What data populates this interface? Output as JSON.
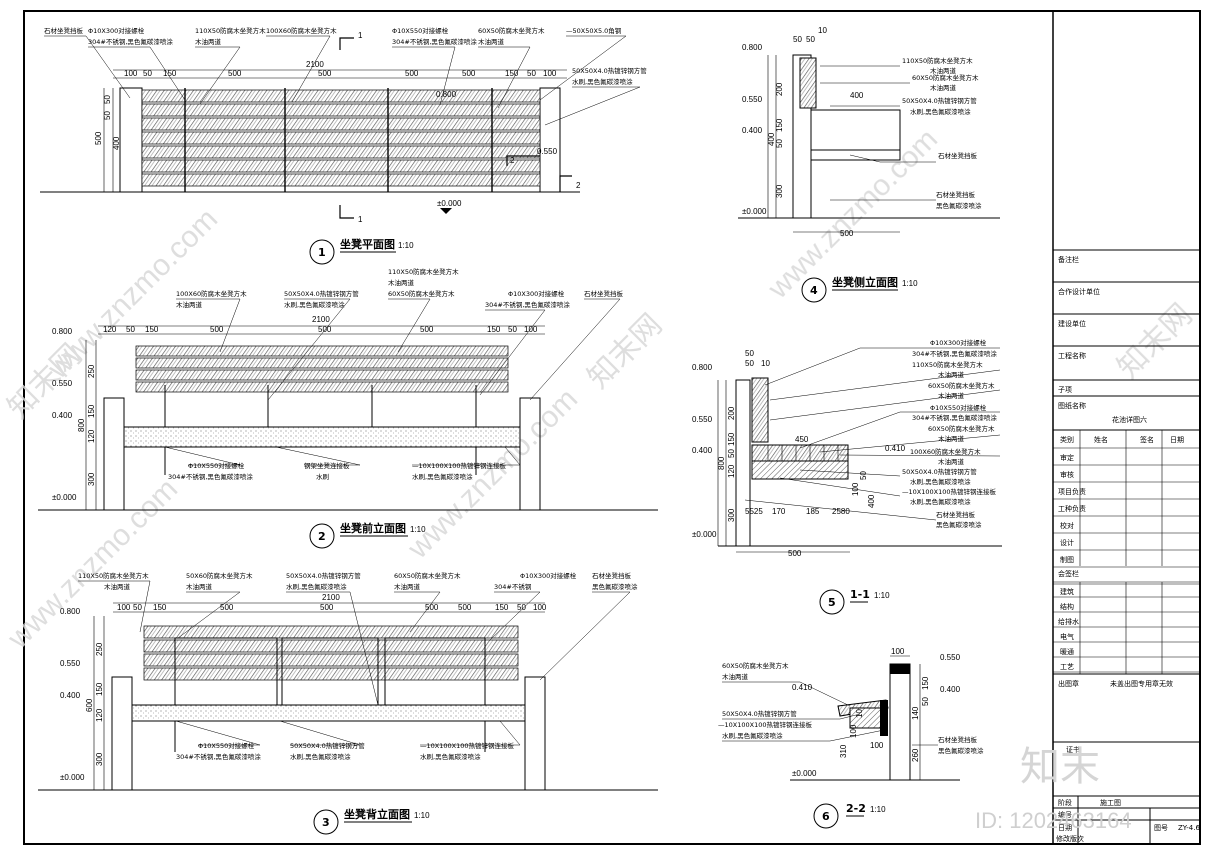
{
  "views": {
    "v1": {
      "num": "1",
      "title": "坐凳平面图",
      "scale": "1:10"
    },
    "v2": {
      "num": "2",
      "title": "坐凳前立面图",
      "scale": "1:10"
    },
    "v3": {
      "num": "3",
      "title": "坐凳背立面图",
      "scale": "1:10"
    },
    "v4": {
      "num": "4",
      "title": "坐凳侧立面图",
      "scale": "1:10"
    },
    "v5": {
      "num": "5",
      "title": "1-1",
      "scale": "1:10"
    },
    "v6": {
      "num": "6",
      "title": "2-2",
      "scale": "1:10"
    }
  },
  "plan": {
    "overall": "2100",
    "top_dims": [
      "100",
      "50",
      "150",
      "500",
      "500",
      "500",
      "500",
      "150",
      "50",
      "100"
    ],
    "side_dims": [
      "50",
      "50",
      "500",
      "400"
    ],
    "levels": {
      "seat": "0.800",
      "mid": "0.550",
      "ground": "±0.000"
    },
    "section_marks": [
      "1",
      "1",
      "2",
      "2"
    ],
    "notes": [
      "石材坐凳挡板",
      "Φ10X300对接螺栓",
      "304#不锈钢,黑色氟碳漆喷涂",
      "110X50防腐木坐凳方木",
      "木油两道",
      "100X60防腐木坐凳方木",
      "Φ10X550对接螺栓",
      "304#不锈钢,黑色氟碳漆喷涂",
      "60X50防腐木坐凳方木",
      "木油两道",
      "—50X50X5.0角钢",
      "50X50X4.0热镀锌钢方管",
      "水刷,黑色氟碳漆喷涂"
    ]
  },
  "front": {
    "overall": "2100",
    "top_dims": [
      "120",
      "50",
      "150",
      "500",
      "500",
      "500",
      "150",
      "50",
      "100"
    ],
    "levels": [
      "0.800",
      "0.550",
      "0.400",
      "±0.000"
    ],
    "left_dims": [
      "250",
      "150",
      "120",
      "300",
      "800"
    ],
    "notes": [
      "100X60防腐木坐凳方木",
      "木油两道",
      "50X50X4.0热镀锌钢方管",
      "水刷,黑色氟碳漆喷涂",
      "110X50防腐木坐凳方木",
      "木油两道",
      "60X50防腐木坐凳方木",
      "Φ10X300对接螺栓",
      "304#不锈钢,黑色氟碳漆喷涂",
      "石材坐凳挡板",
      "Φ10X550对接螺栓",
      "304#不锈钢,黑色氟碳漆喷涂",
      "钢架坐凳连接板",
      "水刷",
      "—10X100X100热镀锌钢连接板",
      "水刷,黑色氟碳漆喷涂"
    ]
  },
  "back": {
    "overall": "2100",
    "top_dims": [
      "100",
      "50",
      "150",
      "500",
      "500",
      "500",
      "500",
      "150",
      "50",
      "100"
    ],
    "levels": [
      "0.800",
      "0.550",
      "0.400",
      "±0.000"
    ],
    "left_dims": [
      "250",
      "150",
      "120",
      "300",
      "600"
    ],
    "notes": [
      "110X50防腐木坐凳方木",
      "木油两道",
      "50X60防腐木坐凳方木",
      "木油两道",
      "50X50X4.0热镀锌钢方管",
      "水刷,黑色氟碳漆喷涂",
      "60X50防腐木坐凳方木",
      "木油两道",
      "Φ10X300对接螺栓",
      "304#不锈钢",
      "石材坐凳挡板",
      "黑色氟碳漆喷涂",
      "Φ10X550对接螺栓",
      "304#不锈钢,黑色氟碳漆喷涂",
      "50X50X4.0热镀锌钢方管",
      "水刷,黑色氟碳漆喷涂",
      "—10X100X100热镀锌钢连接板",
      "水刷,黑色氟碳漆喷涂"
    ]
  },
  "side": {
    "levels": [
      "0.800",
      "0.550",
      "0.400",
      "±0.000"
    ],
    "dims": [
      "50",
      "50",
      "10",
      "200",
      "150",
      "50",
      "400",
      "300",
      "500",
      "400"
    ],
    "notes": [
      "110X50防腐木坐凳方木",
      "木油两道",
      "60X50防腐木坐凳方木",
      "木油两道",
      "50X50X4.0热镀锌钢方管",
      "水刷,黑色氟碳漆喷涂",
      "石材坐凳挡板",
      "石材坐凳挡板",
      "黑色氟碳漆喷涂"
    ]
  },
  "sec11": {
    "levels": [
      "0.800",
      "0.550",
      "0.400",
      "±0.000",
      "0.410"
    ],
    "dims": [
      "50",
      "50",
      "10",
      "200",
      "150",
      "450",
      "50",
      "120",
      "300",
      "800",
      "100",
      "50",
      "400",
      "5525",
      "170",
      "185",
      "2580",
      "500"
    ],
    "notes": [
      "Φ10X300对接螺栓",
      "304#不锈钢,黑色氟碳漆喷涂",
      "110X50防腐木坐凳方木",
      "木油两道",
      "60X50防腐木坐凳方木",
      "木油两道",
      "Φ10X550对接螺栓",
      "304#不锈钢,黑色氟碳漆喷涂",
      "60X50防腐木坐凳方木",
      "木油两道",
      "100X60防腐木坐凳方木",
      "木油两道",
      "50X50X4.0热镀锌钢方管",
      "水刷,黑色氟碳漆喷涂",
      "—10X100X100热镀锌钢连接板",
      "水刷,黑色氟碳漆喷涂",
      "石材坐凳挡板",
      "黑色氟碳漆喷涂"
    ]
  },
  "sec22": {
    "levels": [
      "0.550",
      "0.410",
      "0.400",
      "±0.000"
    ],
    "dims": [
      "100",
      "150",
      "50",
      "140",
      "260",
      "310",
      "10",
      "100",
      "100"
    ],
    "notes": [
      "60X50防腐木坐凳方木",
      "木油两道",
      "50X50X4.0热镀锌钢方管",
      "—10X100X100热镀锌钢连接板",
      "水刷,黑色氟碳漆喷涂",
      "石材坐凳挡板",
      "黑色氟碳漆喷涂"
    ]
  },
  "titleblock": {
    "rows": [
      "备注栏",
      "合作设计单位",
      "建设单位",
      "工程名称",
      "子项",
      "图纸名称"
    ],
    "drawing_name": "花池详图六",
    "sign_header": [
      "类别",
      "姓名",
      "签名",
      "日期"
    ],
    "roles": [
      "审定",
      "审核",
      "项目负责",
      "工种负责",
      "校对",
      "设计",
      "制图"
    ],
    "sign_title": "会签栏",
    "disciplines": [
      "建筑",
      "结构",
      "给排水",
      "电气",
      "暖通",
      "工艺"
    ],
    "stamp_label": "出图章",
    "stamp_text": "未盖出图专用章无效",
    "cert_label": "证书",
    "bottom": [
      "阶段",
      "施工图",
      "编号",
      "日期",
      "图号",
      "ZY-4.6",
      "修改版次"
    ]
  },
  "watermarks": [
    "www.znzmo.com",
    "知末网",
    "www.znzmo.com",
    "知末网",
    "www.znzmo.com",
    "知末网",
    "www.znzmo.com"
  ],
  "brand": "知末",
  "id_text": "ID: 1202463164"
}
